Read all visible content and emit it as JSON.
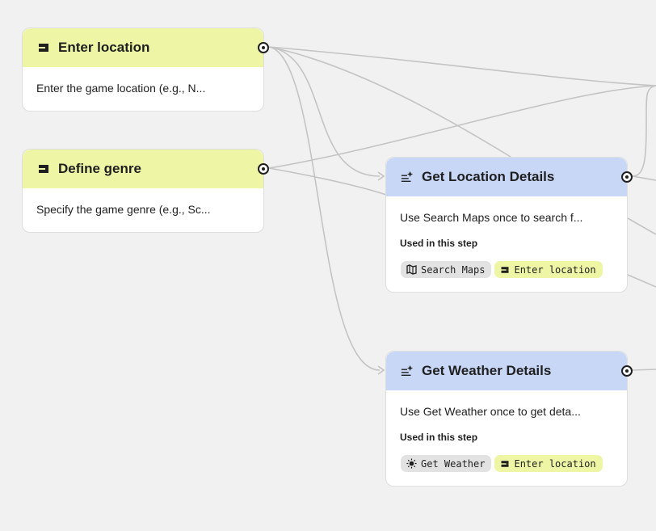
{
  "nodes": {
    "enter_location": {
      "title": "Enter location",
      "description": "Enter the game location (e.g., N...",
      "icon": "input-flag-icon"
    },
    "define_genre": {
      "title": "Define genre",
      "description": "Specify the game genre (e.g., Sc...",
      "icon": "input-flag-icon"
    },
    "get_location_details": {
      "title": "Get Location Details",
      "description": "Use Search Maps once to search f...",
      "used_label": "Used in this step",
      "icon": "generate-text-sparkle-icon",
      "chips": [
        {
          "label": "Search Maps",
          "icon": "map-icon"
        },
        {
          "label": "Enter location",
          "icon": "input-flag-icon"
        }
      ]
    },
    "get_weather_details": {
      "title": "Get Weather Details",
      "description": "Use Get Weather once to get deta...",
      "used_label": "Used in this step",
      "icon": "generate-text-sparkle-icon",
      "chips": [
        {
          "label": "Get Weather",
          "icon": "sun-icon"
        },
        {
          "label": "Enter location",
          "icon": "input-flag-icon"
        }
      ]
    }
  },
  "colors": {
    "canvas": "#f1f1f1",
    "input_header": "#eef6a6",
    "generate_header": "#c9d7f7",
    "wire": "#c4c4c4",
    "tool_chip": "#e2e2e2"
  }
}
